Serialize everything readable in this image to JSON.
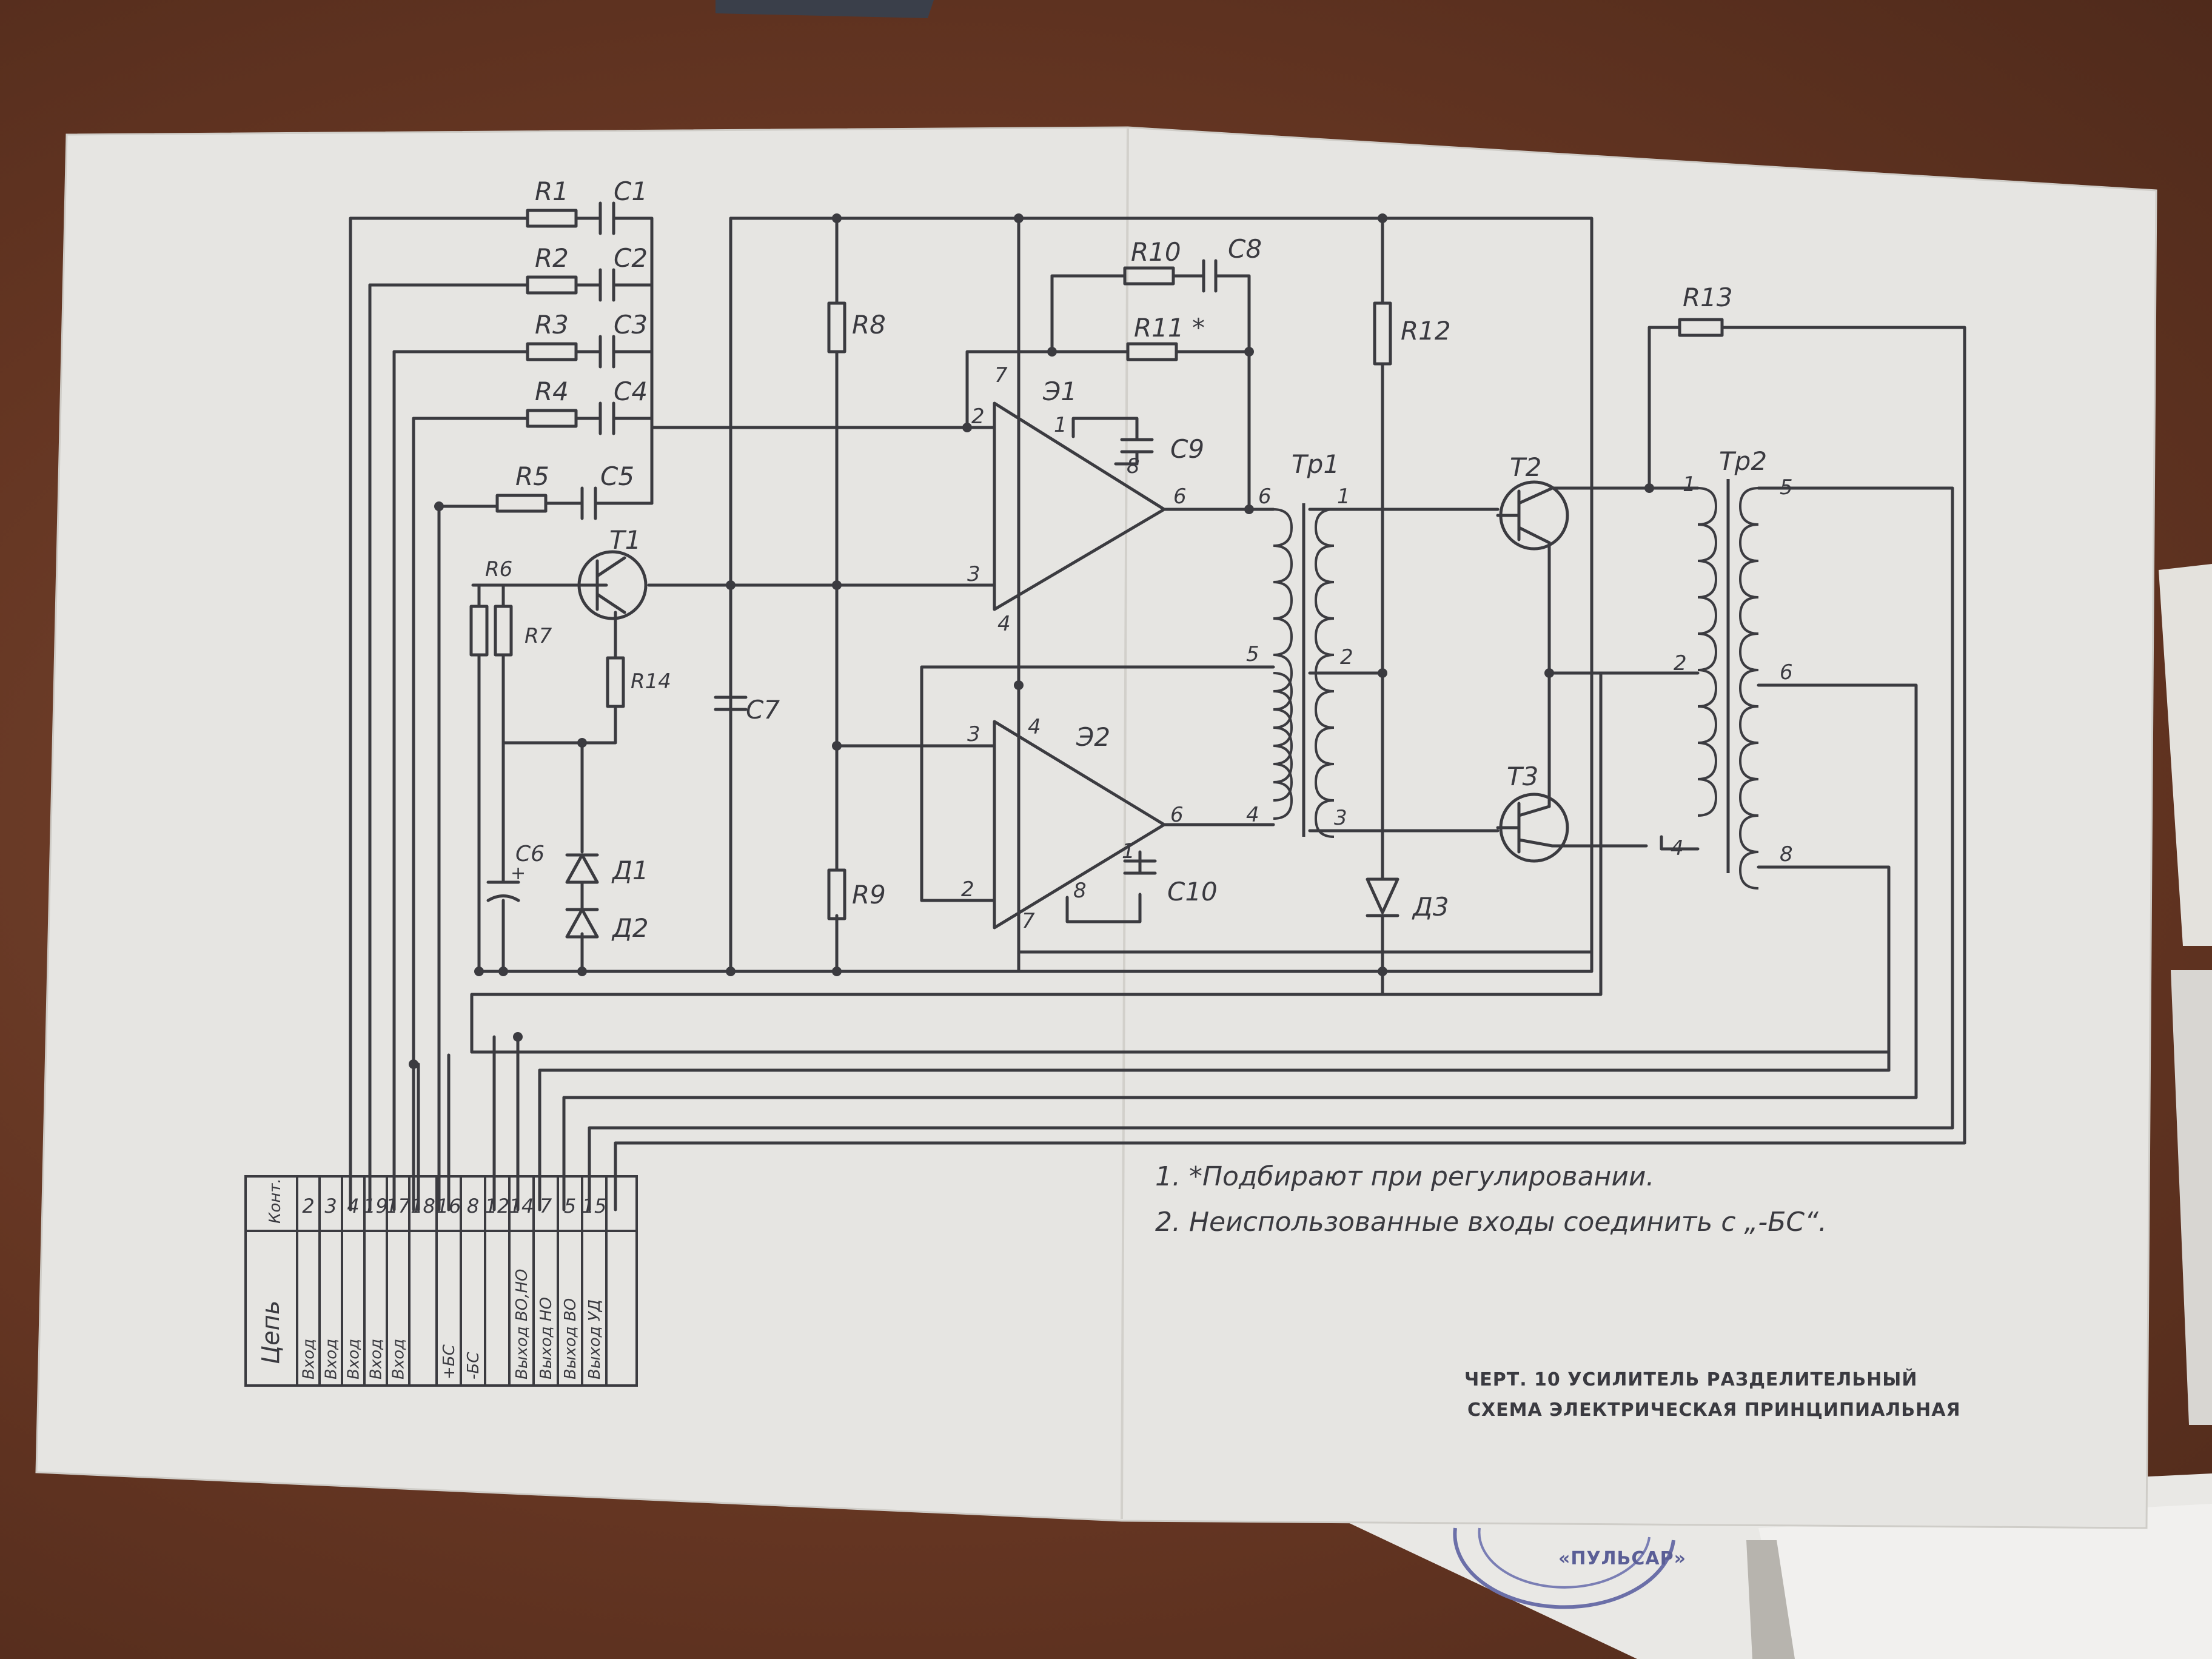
{
  "components": {
    "r1": "R1",
    "c1": "C1",
    "r2": "R2",
    "c2": "C2",
    "r3": "R3",
    "c3": "C3",
    "r4": "R4",
    "c4": "C4",
    "r5": "R5",
    "c5": "C5",
    "r6": "R6",
    "r7": "R7",
    "r8": "R8",
    "r9": "R9",
    "r10": "R10",
    "c8": "C8",
    "r11": "R11 *",
    "r12": "R12",
    "r13": "R13",
    "r14": "R14",
    "c6": "C6",
    "c7": "C7",
    "c9": "C9",
    "c10": "C10",
    "t1": "T1",
    "t2": "T2",
    "t3": "T3",
    "e1": "Э1",
    "e2": "Э2",
    "tp1": "Тр1",
    "tp2": "Тр2",
    "d1": "Д1",
    "d2": "Д2",
    "d3": "Д3",
    "c6_plus": "+"
  },
  "pins": {
    "e1": {
      "p1": "1",
      "p2": "2",
      "p3": "3",
      "p4": "4",
      "p6": "6",
      "p7": "7",
      "p8": "8"
    },
    "e2": {
      "p1": "1",
      "p2": "2",
      "p3": "3",
      "p4": "4",
      "p6": "6",
      "p7": "7",
      "p8": "8"
    },
    "tp1": {
      "p1": "1",
      "p2": "2",
      "p3": "3",
      "p4": "4",
      "p5": "5",
      "p6": "6"
    },
    "tp2": {
      "p1": "1",
      "p2": "2",
      "p4": "4",
      "p5": "5",
      "p6": "6",
      "p8": "8"
    }
  },
  "connector_table": {
    "header_contact": "Конт.",
    "header_circuit": "Цепь",
    "contacts": [
      "2",
      "3",
      "4",
      "19",
      "17",
      "18",
      "16",
      "8",
      "12",
      "14",
      "7",
      "5",
      "15"
    ],
    "circuits": [
      "Вход",
      "Вход",
      "Вход",
      "Вход",
      "Вход",
      "",
      "+БС",
      "-БС",
      "",
      "Выход ВО,НО",
      "Выход НО",
      "Выход ВО",
      "Выход УД"
    ]
  },
  "notes": {
    "note1": "1. *Подбирают при регулировании.",
    "note2": "2. Неиспользованные входы соединить с „-БС“."
  },
  "caption": {
    "line1": "ЧЕРТ. 10 УСИЛИТЕЛЬ РАЗДЕЛИТЕЛЬНЫЙ",
    "line2": "СХЕМА ЭЛЕКТРИЧЕСКАЯ ПРИНЦИПИАЛЬНАЯ"
  },
  "stamp": {
    "text": "«ПУЛЬСАР»"
  }
}
